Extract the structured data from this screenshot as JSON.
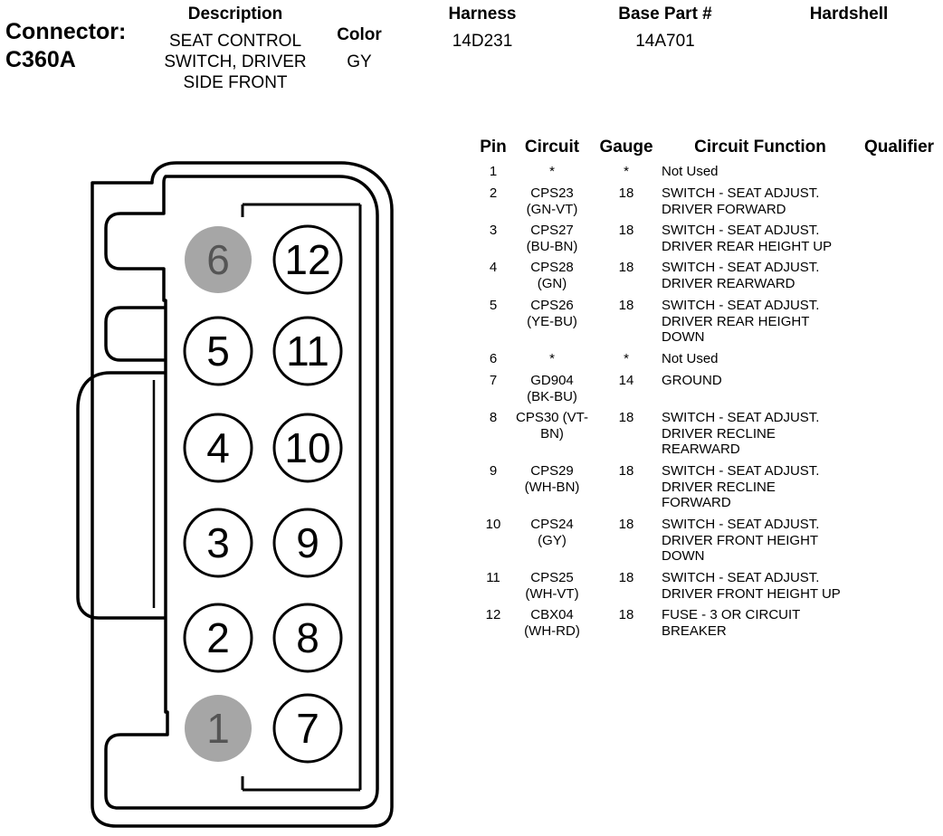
{
  "connector": {
    "label": "Connector:",
    "id": "C360A"
  },
  "header": {
    "description_label": "Description",
    "description_lines": [
      "SEAT CONTROL",
      "SWITCH, DRIVER",
      "SIDE FRONT"
    ],
    "color_label": "Color",
    "color_value": "GY",
    "harness_label": "Harness",
    "harness_value": "14D231",
    "base_part_label": "Base Part #",
    "base_part_value": "14A701",
    "hardshell_label": "Hardshell",
    "hardshell_value": ""
  },
  "table": {
    "headers": {
      "pin": "Pin",
      "circuit": "Circuit",
      "gauge": "Gauge",
      "function": "Circuit Function",
      "qualifier": "Qualifier"
    },
    "rows": [
      {
        "pin": "1",
        "circuit": [
          "*"
        ],
        "gauge": "*",
        "function": [
          "Not Used"
        ],
        "qualifier": ""
      },
      {
        "pin": "2",
        "circuit": [
          "CPS23",
          "(GN-VT)"
        ],
        "gauge": "18",
        "function": [
          "SWITCH - SEAT ADJUST.",
          "DRIVER FORWARD"
        ],
        "qualifier": ""
      },
      {
        "pin": "3",
        "circuit": [
          "CPS27",
          "(BU-BN)"
        ],
        "gauge": "18",
        "function": [
          "SWITCH - SEAT ADJUST.",
          "DRIVER REAR HEIGHT UP"
        ],
        "qualifier": ""
      },
      {
        "pin": "4",
        "circuit": [
          "CPS28",
          "(GN)"
        ],
        "gauge": "18",
        "function": [
          "SWITCH - SEAT ADJUST.",
          "DRIVER REARWARD"
        ],
        "qualifier": ""
      },
      {
        "pin": "5",
        "circuit": [
          "CPS26",
          "(YE-BU)"
        ],
        "gauge": "18",
        "function": [
          "SWITCH - SEAT ADJUST.",
          "DRIVER REAR HEIGHT",
          "DOWN"
        ],
        "qualifier": ""
      },
      {
        "pin": "6",
        "circuit": [
          "*"
        ],
        "gauge": "*",
        "function": [
          "Not Used"
        ],
        "qualifier": ""
      },
      {
        "pin": "7",
        "circuit": [
          "GD904",
          "(BK-BU)"
        ],
        "gauge": "14",
        "function": [
          "GROUND"
        ],
        "qualifier": ""
      },
      {
        "pin": "8",
        "circuit": [
          "CPS30 (VT-",
          "BN)"
        ],
        "gauge": "18",
        "function": [
          "SWITCH - SEAT ADJUST.",
          "DRIVER RECLINE",
          "REARWARD"
        ],
        "qualifier": ""
      },
      {
        "pin": "9",
        "circuit": [
          "CPS29",
          "(WH-BN)"
        ],
        "gauge": "18",
        "function": [
          "SWITCH - SEAT ADJUST.",
          "DRIVER RECLINE",
          "FORWARD"
        ],
        "qualifier": ""
      },
      {
        "pin": "10",
        "circuit": [
          "CPS24",
          "(GY)"
        ],
        "gauge": "18",
        "function": [
          "SWITCH - SEAT ADJUST.",
          "DRIVER FRONT HEIGHT",
          "DOWN"
        ],
        "qualifier": ""
      },
      {
        "pin": "11",
        "circuit": [
          "CPS25",
          "(WH-VT)"
        ],
        "gauge": "18",
        "function": [
          "SWITCH - SEAT ADJUST.",
          "DRIVER FRONT HEIGHT UP"
        ],
        "qualifier": ""
      },
      {
        "pin": "12",
        "circuit": [
          "CBX04",
          "(WH-RD)"
        ],
        "gauge": "18",
        "function": [
          "FUSE - 3 OR CIRCUIT",
          "BREAKER"
        ],
        "qualifier": ""
      }
    ]
  },
  "diagram": {
    "pins": [
      {
        "label": "6",
        "state": "unused"
      },
      {
        "label": "12",
        "state": "used"
      },
      {
        "label": "5",
        "state": "used"
      },
      {
        "label": "11",
        "state": "used"
      },
      {
        "label": "4",
        "state": "used"
      },
      {
        "label": "10",
        "state": "used"
      },
      {
        "label": "3",
        "state": "used"
      },
      {
        "label": "9",
        "state": "used"
      },
      {
        "label": "2",
        "state": "used"
      },
      {
        "label": "8",
        "state": "used"
      },
      {
        "label": "1",
        "state": "unused"
      },
      {
        "label": "7",
        "state": "used"
      }
    ],
    "colors": {
      "unused_fill": "#a6a6a6",
      "unused_text": "#555555",
      "used_fill": "#ffffff",
      "outline": "#000000"
    }
  }
}
